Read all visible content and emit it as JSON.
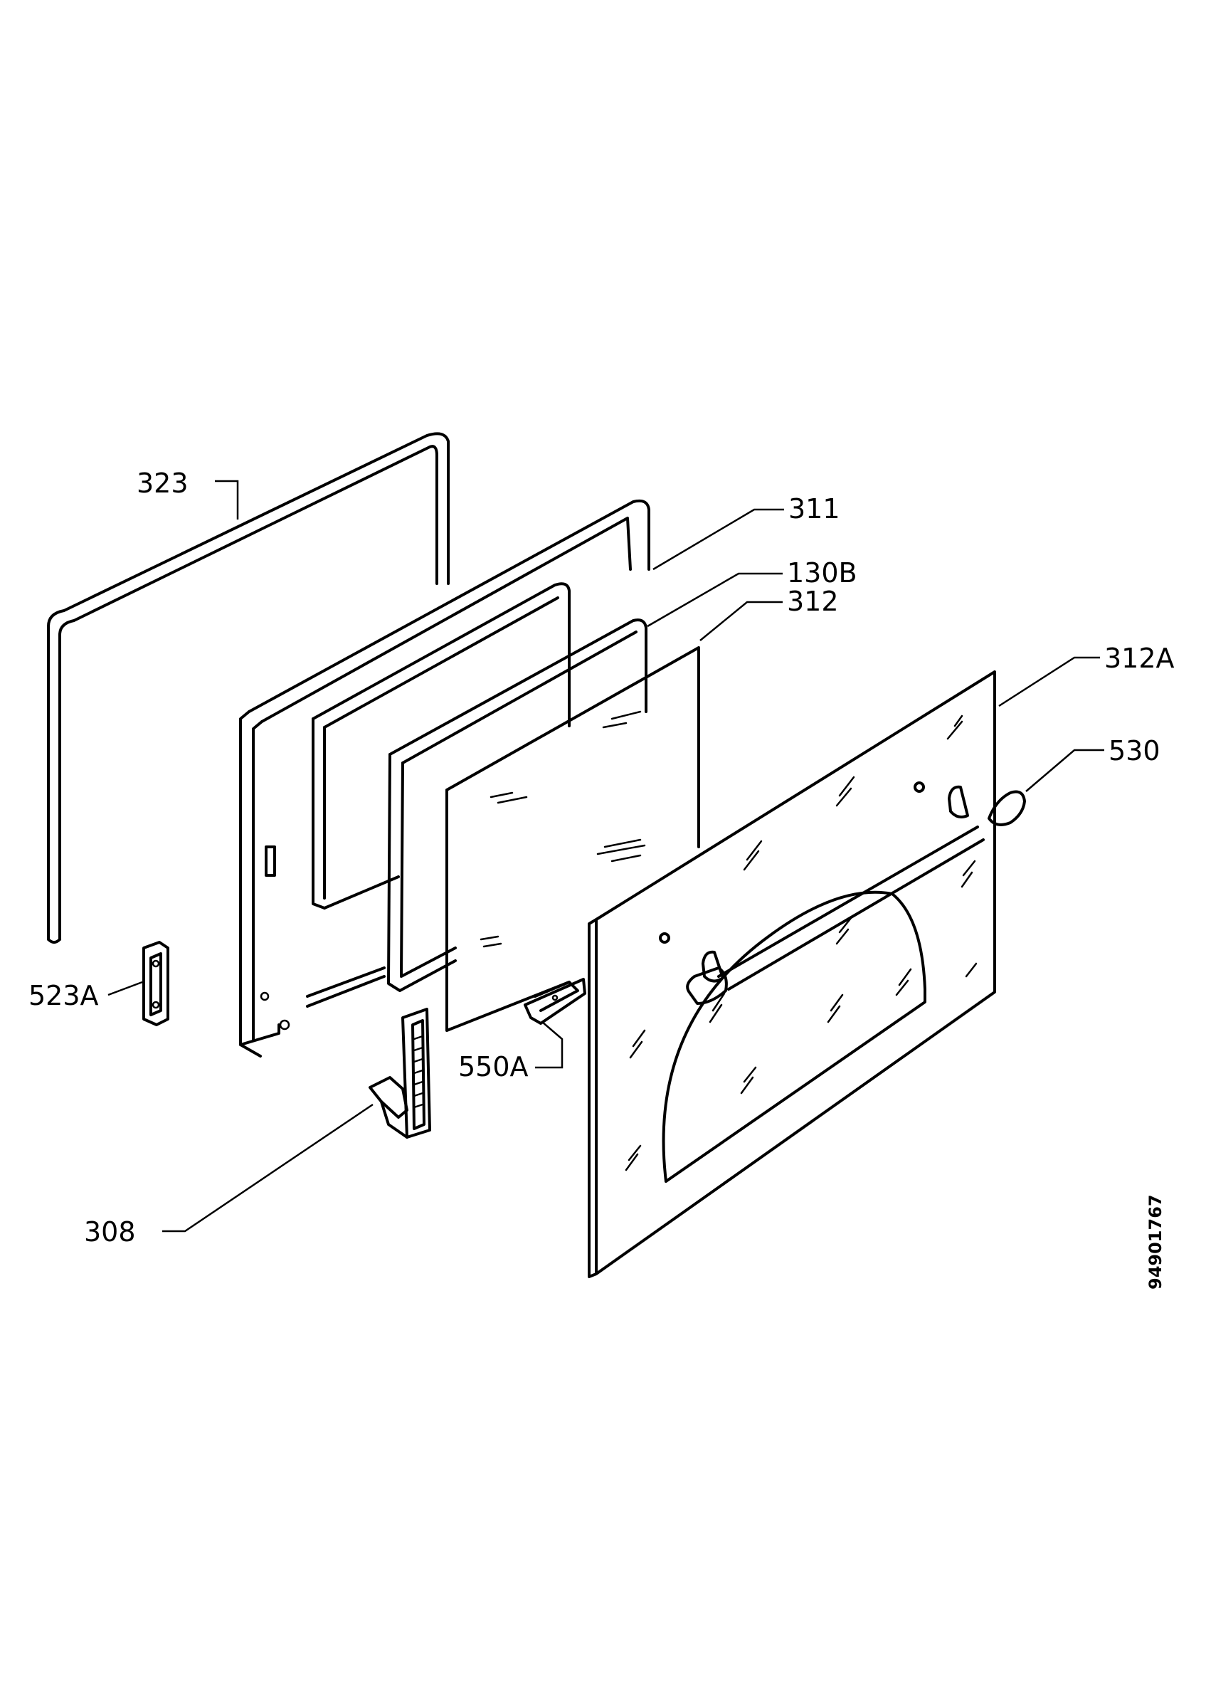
{
  "callouts": {
    "p323": "323",
    "p311": "311",
    "p130B": "130B",
    "p312": "312",
    "p312A": "312A",
    "p530": "530",
    "p523A": "523A",
    "p550A": "550A",
    "p308": "308"
  },
  "drawing_number": "94901767",
  "colors": {
    "ink": "#000000",
    "paper": "#ffffff"
  }
}
